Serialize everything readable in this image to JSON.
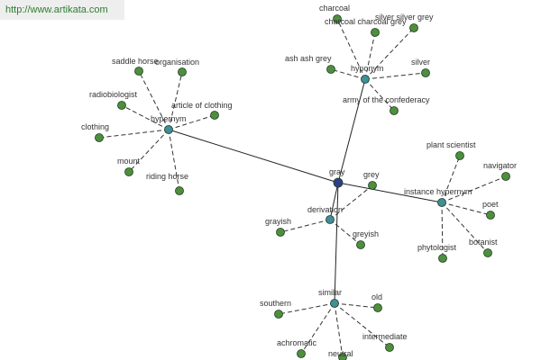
{
  "watermark": "http://www.artikata.com",
  "colors": {
    "center_node": "#2e3f8a",
    "relation_node": "#3f8e9a",
    "leaf_node": "#4e8f3e",
    "node_stroke": "#1f3a1f"
  },
  "graph": {
    "center": {
      "id": "gray",
      "label": "gray"
    },
    "groups": [
      {
        "id": "hyponym",
        "label": "hyponym",
        "leaves": [
          "charcoal",
          "charcoal charcoal grey",
          "silver silver grey",
          "silver",
          "army of the confederacy",
          "ash ash grey"
        ]
      },
      {
        "id": "hypernym",
        "label": "hypernym",
        "leaves": [
          "saddle horse",
          "organisation",
          "article of clothing",
          "riding horse",
          "mount",
          "clothing",
          "radiobiologist"
        ]
      },
      {
        "id": "instance-hypernym",
        "label": "instance hypernym",
        "leaves": [
          "plant scientist",
          "navigator",
          "poet",
          "botanist",
          "phytologist"
        ]
      },
      {
        "id": "derivation",
        "label": "derivation",
        "leaves": [
          "grey",
          "greyish",
          "grayish"
        ]
      },
      {
        "id": "similar",
        "label": "similar",
        "leaves": [
          "old",
          "intermediate",
          "neutral",
          "achromatic",
          "southern"
        ]
      }
    ]
  }
}
